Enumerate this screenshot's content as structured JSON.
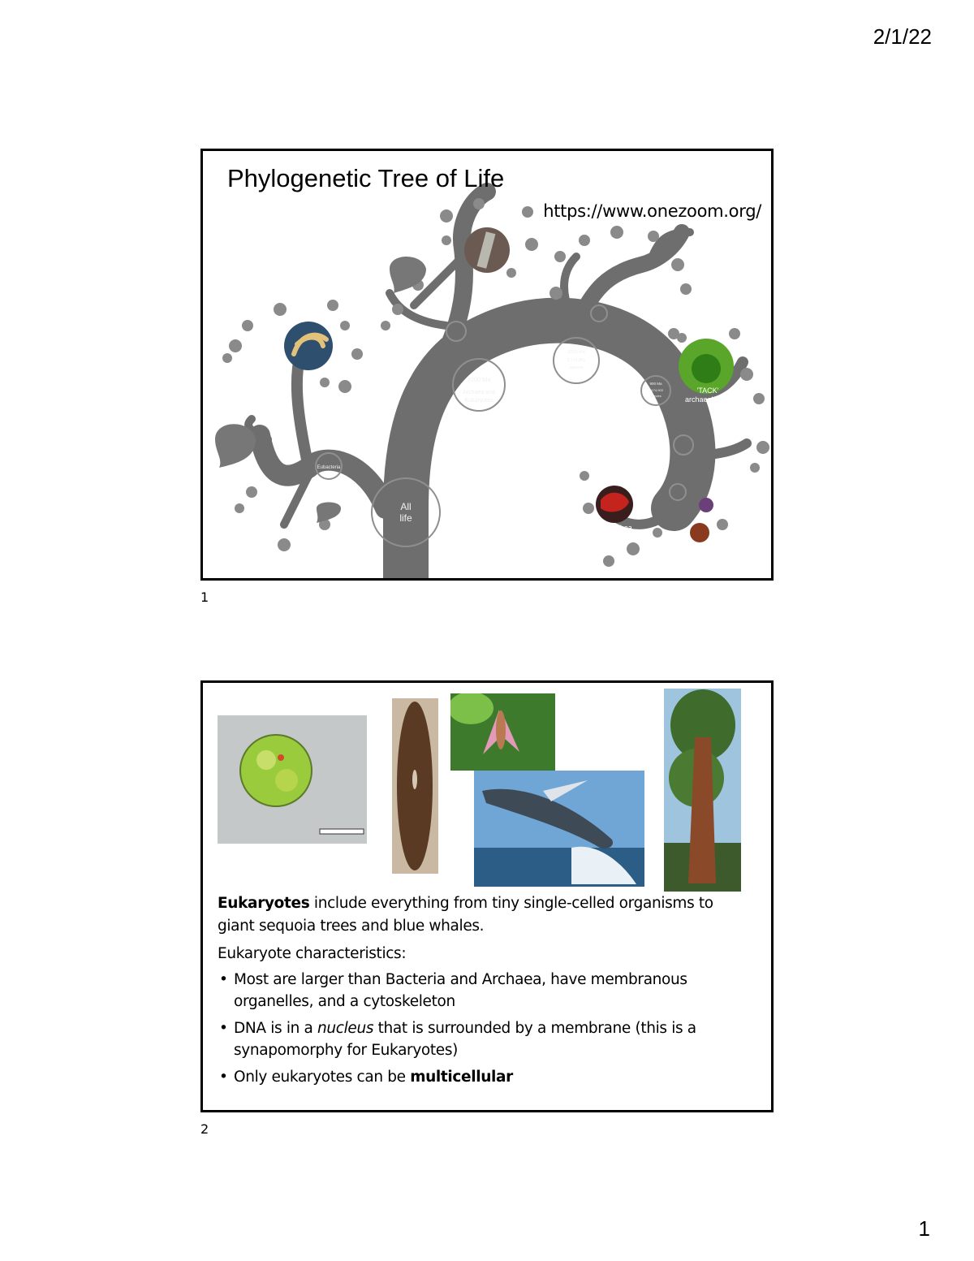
{
  "page": {
    "date": "2/1/22",
    "number": "1"
  },
  "slide1": {
    "number": "1",
    "title": "Phylogenetic Tree of Life",
    "url": "https://www.onezoom.org/",
    "labels": {
      "all_life": [
        "All",
        "life"
      ],
      "archaea_eukaryotes": [
        "3200 Ma",
        "Archaea and",
        "Eukaryotes"
      ],
      "node_2000": [
        "2000 Ma",
        "2,174,903",
        "species"
      ],
      "node_900": [
        "900 Ma",
        "2,174,903",
        "species"
      ],
      "eubacteria": "Eubacteria",
      "tack": [
        "'TACK'",
        "archaeal group"
      ],
      "amorphea": "Amorphea"
    }
  },
  "slide2": {
    "number": "2",
    "intro_bold": "Eukaryotes",
    "intro_rest": " include everything from tiny single-celled organisms to giant sequoia trees and blue whales.",
    "characteristics_heading": "Eukaryote characteristics:",
    "bullet1": "Most are larger than Bacteria and Archaea, have membranous organelles, and a cytoskeleton",
    "bullet2_before": "DNA is in a ",
    "bullet2_italic": "nucleus",
    "bullet2_after": " that is surrounded by a membrane (this is a synapomorphy for Eukaryotes)",
    "bullet3_before": "Only eukaryotes can be ",
    "bullet3_bold": "multicellular"
  },
  "colors": {
    "branch": "#6e6e6e",
    "leaf": "#8a8a8a",
    "border": "#000000"
  }
}
